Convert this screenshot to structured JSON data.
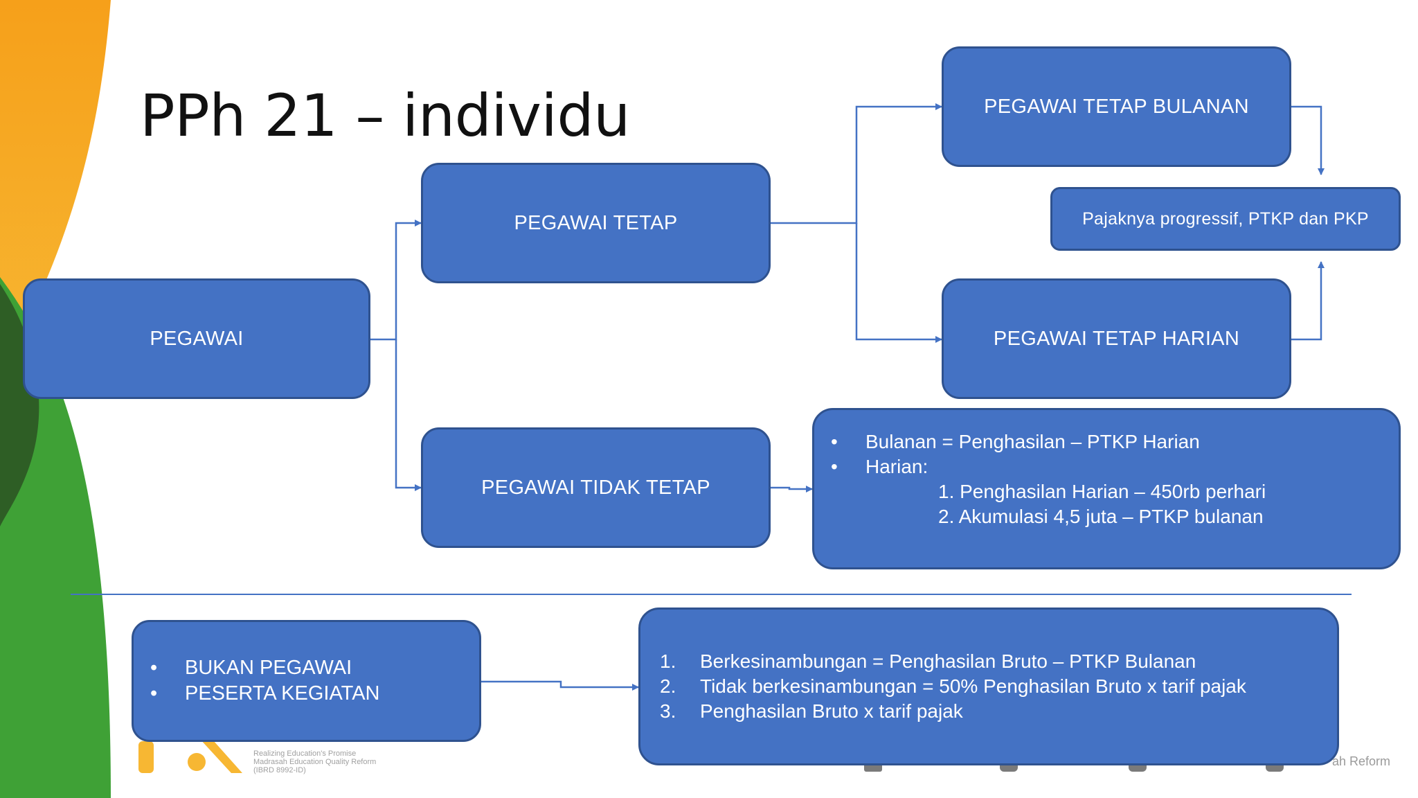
{
  "slide": {
    "title": "PPh 21 – individu"
  },
  "diagram": {
    "pegawai": "PEGAWAI",
    "pegawai_tetap": "PEGAWAI TETAP",
    "pegawai_tidak_tetap": "PEGAWAI TIDAK TETAP",
    "pegawai_tetap_bulanan": "PEGAWAI TETAP BULANAN",
    "pegawai_tetap_harian": "PEGAWAI TETAP HARIAN",
    "pajak_note": "Pajaknya progressif, PTKP dan PKP",
    "tidak_tetap_detail": {
      "bullets": [
        "Bulanan = Penghasilan – PTKP Harian",
        "Harian:"
      ],
      "sub_items": [
        "1. Penghasilan Harian – 450rb perhari",
        "2. Akumulasi 4,5 juta – PTKP bulanan"
      ]
    },
    "bukan_pegawai": {
      "bullets": [
        "BUKAN PEGAWAI",
        "PESERTA KEGIATAN"
      ]
    },
    "bukan_pegawai_detail": {
      "items": [
        {
          "num": "1.",
          "text": "Berkesinambungan = Penghasilan Bruto – PTKP Bulanan"
        },
        {
          "num": "2.",
          "text": "Tidak berkesinambungan = 50% Penghasilan Bruto x tarif pajak"
        },
        {
          "num": "3.",
          "text": "Penghasilan Bruto x tarif pajak"
        }
      ]
    }
  },
  "footer": {
    "brand_tagline_1": "Realizing Education's Promise",
    "brand_tagline_2": "Madrasah Education Quality Reform",
    "brand_tagline_3": "(IBRD 8992-ID)",
    "social_tail": "ah Reform"
  },
  "colors": {
    "box_fill": "#4472c4",
    "box_border": "#2f528f",
    "connector": "#4472c4",
    "accent_orange": "#f7a21b",
    "accent_green": "#3a9a35",
    "accent_dark_green": "#2e5e25"
  }
}
